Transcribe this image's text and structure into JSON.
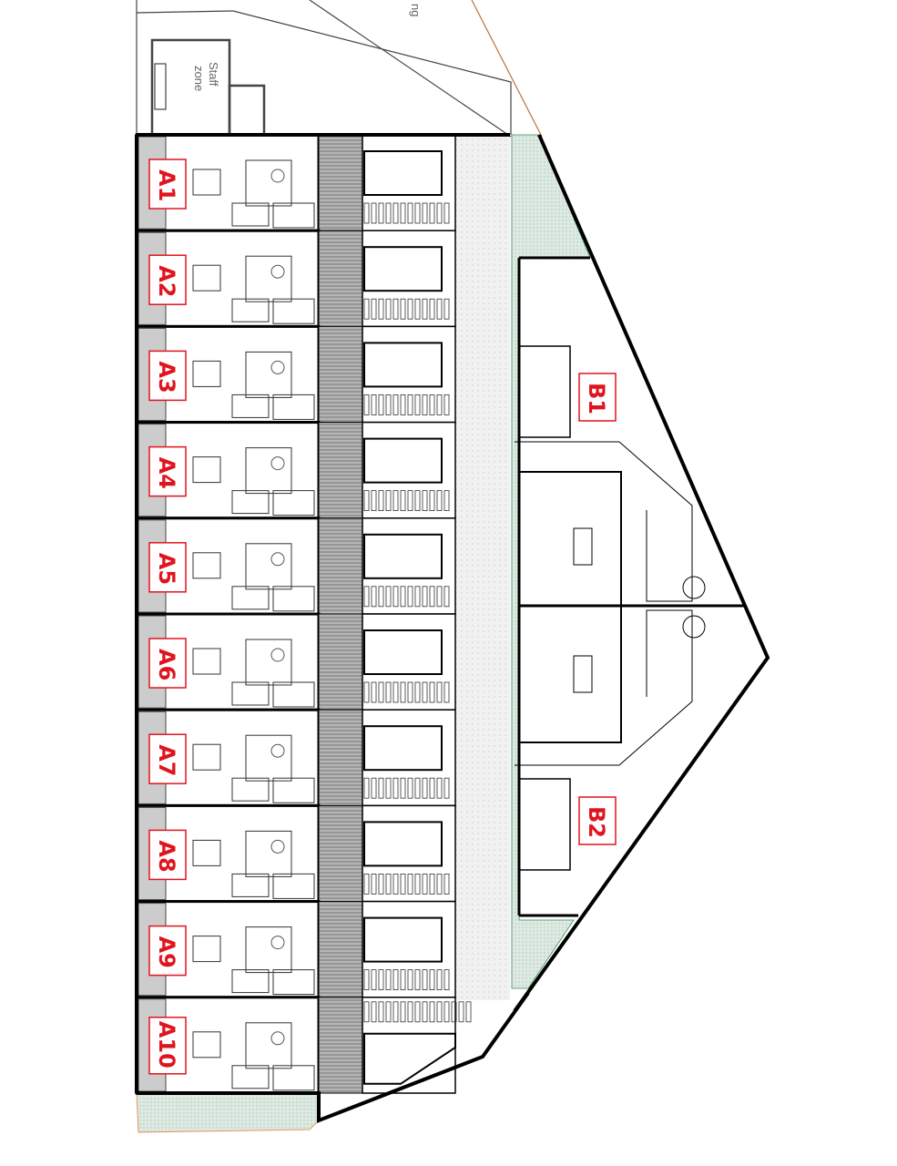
{
  "plan": {
    "staff_zone_label": [
      "Staff",
      "zone"
    ],
    "top_text_fragment": "ng",
    "unit_labels_a": [
      "A1",
      "A2",
      "A3",
      "A4",
      "A5",
      "A6",
      "A7",
      "A8",
      "A9",
      "A10"
    ],
    "unit_labels_b": [
      "B1",
      "B2"
    ]
  },
  "colors": {
    "label": "#e0141e",
    "walls": "#000000",
    "landscape": "#dbe8e0",
    "site_boundary": "#e8935a",
    "deck": "#9a9a9a",
    "path": "#eeeeee"
  }
}
